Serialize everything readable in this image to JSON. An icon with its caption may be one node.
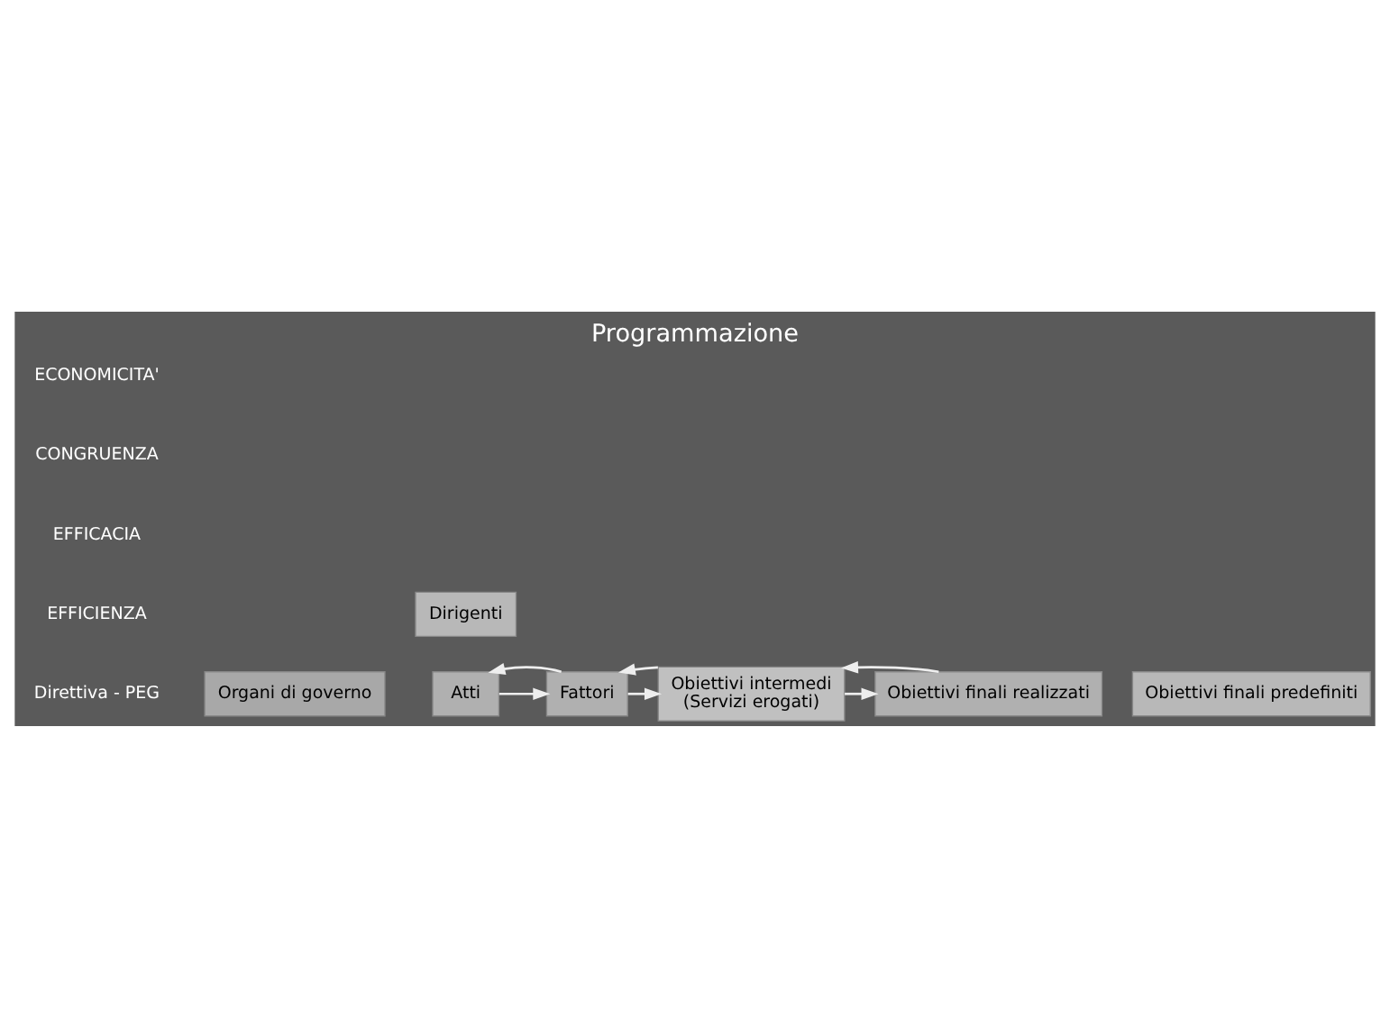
{
  "diagram": {
    "title": "Programmazione",
    "nodes": [
      {
        "text": [
          "Dirigenti"
        ]
      },
      {
        "text": [
          "Organi di governo"
        ]
      },
      {
        "text": [
          "Atti"
        ]
      },
      {
        "text": [
          "Fattori"
        ]
      },
      {
        "text": [
          "Obiettivi intermedi",
          "(Servizi erogati)"
        ]
      },
      {
        "text": [
          "Obiettivi finali realizzati"
        ]
      },
      {
        "text": [
          "Obiettivi finali predefiniti"
        ]
      }
    ],
    "edges": [
      {
        "from": 2,
        "to": 3,
        "arrow": "to"
      },
      {
        "from": 3,
        "to": 2,
        "arrow": "to"
      },
      {
        "from": 3,
        "to": 4,
        "arrow": "to"
      },
      {
        "from": 4,
        "to": 3,
        "arrow": "to"
      },
      {
        "from": 4,
        "to": 5,
        "arrow": "to"
      },
      {
        "from": 5,
        "to": 4,
        "arrow": "to"
      }
    ],
    "labels": [
      "Direttiva - PEG",
      "EFFICIENZA",
      "EFFICACIA",
      "CONGRUENZA",
      "ECONOMICITA'"
    ]
  }
}
